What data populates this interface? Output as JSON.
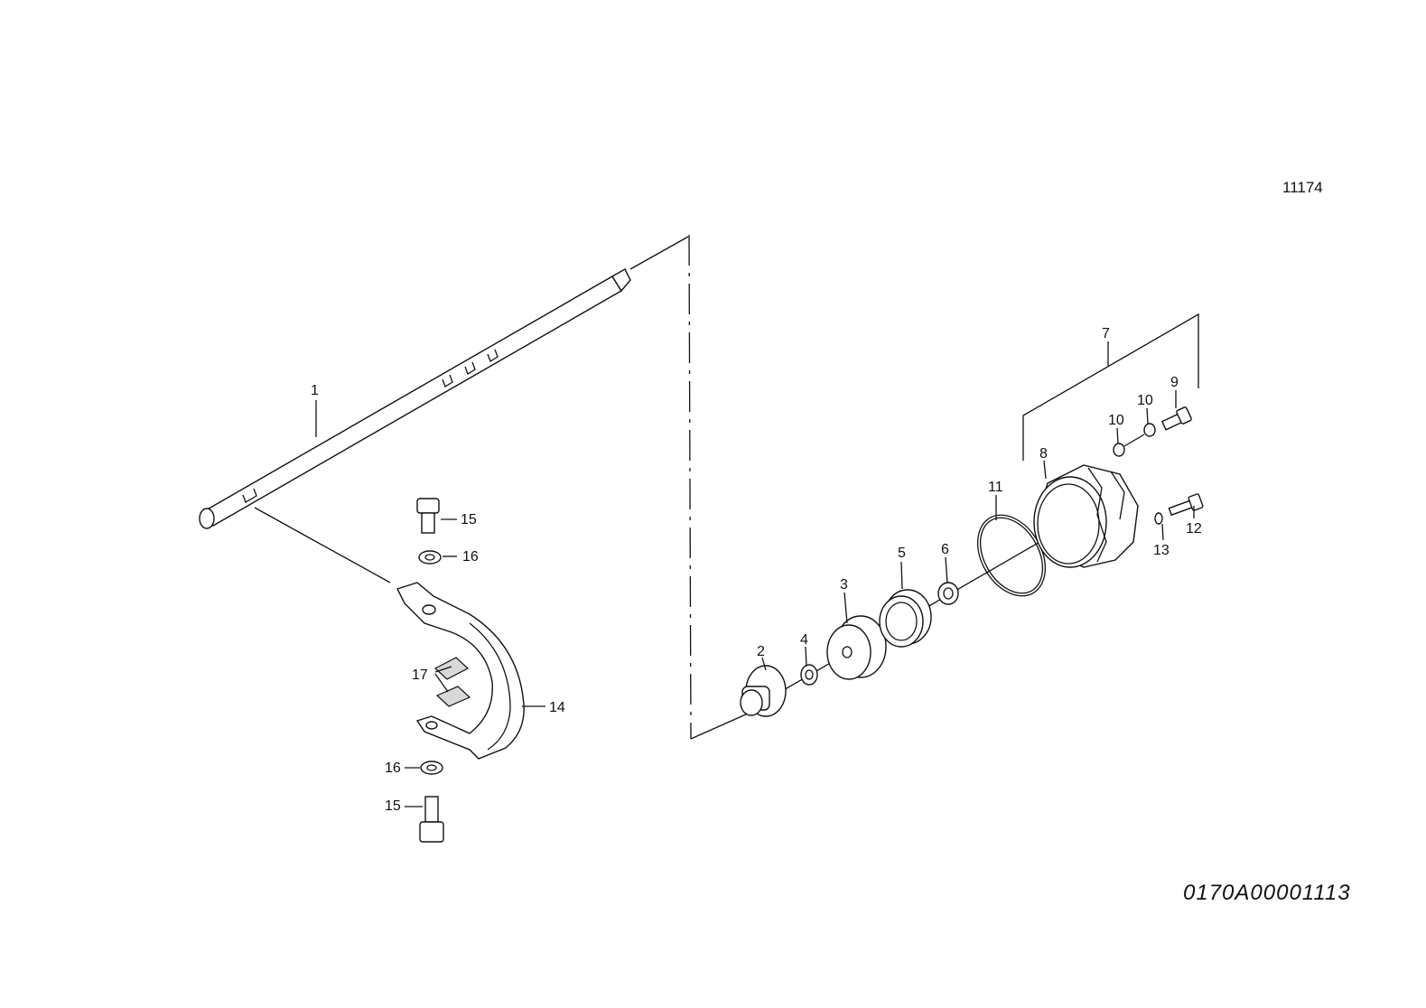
{
  "drawing": {
    "drawing_number": "11174",
    "part_number": "0170A00001113"
  },
  "callouts": {
    "c1": "1",
    "c2": "2",
    "c3": "3",
    "c4": "4",
    "c5": "5",
    "c6": "6",
    "c7": "7",
    "c8": "8",
    "c9": "9",
    "c10a": "10",
    "c10b": "10",
    "c11": "11",
    "c12": "12",
    "c13": "13",
    "c14": "14",
    "c15a": "15",
    "c15b": "15",
    "c16a": "16",
    "c16b": "16",
    "c17": "17"
  },
  "colors": {
    "line": "#111111",
    "shade": "#d9d9d9",
    "background": "#ffffff"
  }
}
